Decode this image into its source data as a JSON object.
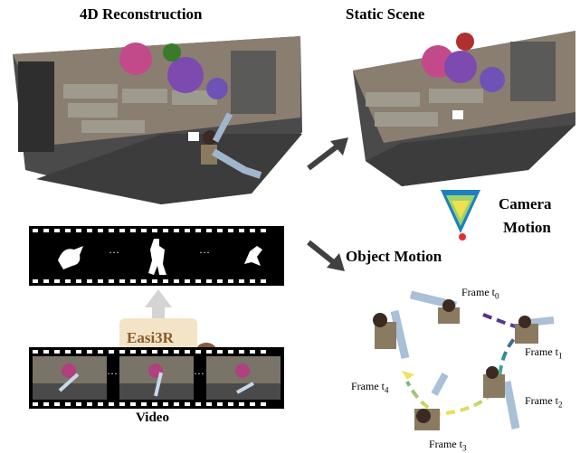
{
  "titles": {
    "reconstruction": "4D Reconstruction",
    "static_scene": "Static Scene",
    "object_motion": "Object Motion",
    "camera_motion_line1": "Camera",
    "camera_motion_line2": "Motion",
    "video": "Video",
    "method": "Easi3R"
  },
  "mask_strip": {
    "ellipsis1": "···",
    "ellipsis2": "···"
  },
  "video_strip": {
    "ellipsis1": "···",
    "ellipsis2": "···"
  },
  "frames": [
    {
      "label": "Frame t",
      "sub": "0"
    },
    {
      "label": "Frame t",
      "sub": "1"
    },
    {
      "label": "Frame t",
      "sub": "2"
    },
    {
      "label": "Frame t",
      "sub": "3"
    },
    {
      "label": "Frame t",
      "sub": "4"
    }
  ],
  "colors": {
    "arrow": "#404040",
    "trajectory_start": "#5b2a86",
    "trajectory_mid": "#2aa198",
    "trajectory_end": "#f2e15a",
    "method_box": "#f3e4c8",
    "method_text": "#8a5a2b"
  },
  "icons": [
    "mammoth-icon",
    "camera-trajectory-icon",
    "arrow-icon"
  ]
}
